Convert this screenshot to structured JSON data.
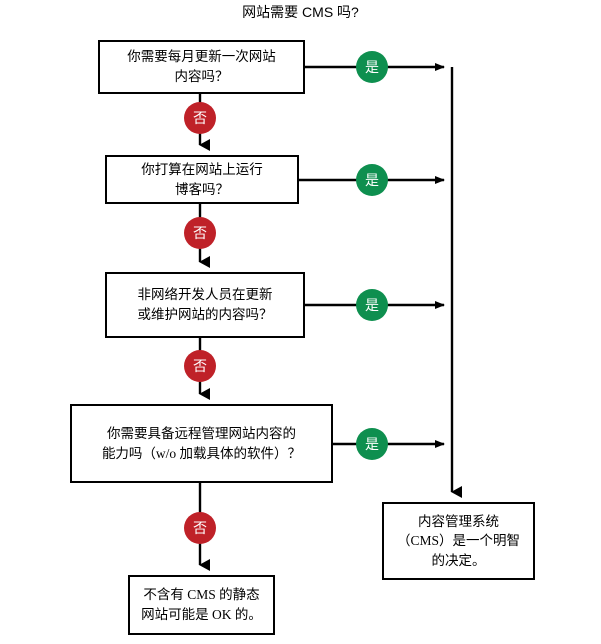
{
  "chart_data": {
    "type": "diagram",
    "diagram_kind": "decision-flowchart",
    "title": "网站需要 CMS 吗?",
    "nodes": [
      {
        "id": "q1",
        "kind": "decision",
        "text": "你需要每月更新一次网站\n内容吗？"
      },
      {
        "id": "q2",
        "kind": "decision",
        "text": "你打算在网站上运行\n博客吗？"
      },
      {
        "id": "q3",
        "kind": "decision",
        "text": "非网络开发人员在更新\n或维护网站的内容吗？"
      },
      {
        "id": "q4",
        "kind": "decision",
        "text": "你需要具备远程管理网站内容的\n能力吗（w/o 加载具体的软件）？"
      },
      {
        "id": "r_cms",
        "kind": "terminal",
        "text": "内容管理系统\n（CMS）是一个明智\n的决定。"
      },
      {
        "id": "r_static",
        "kind": "terminal",
        "text": "不含有 CMS 的静态\n网站可能是 OK 的。"
      }
    ],
    "edges": [
      {
        "from": "q1",
        "to": "r_cms",
        "label": "是"
      },
      {
        "from": "q1",
        "to": "q2",
        "label": "否"
      },
      {
        "from": "q2",
        "to": "r_cms",
        "label": "是"
      },
      {
        "from": "q2",
        "to": "q3",
        "label": "否"
      },
      {
        "from": "q3",
        "to": "r_cms",
        "label": "是"
      },
      {
        "from": "q3",
        "to": "q4",
        "label": "否"
      },
      {
        "from": "q4",
        "to": "r_cms",
        "label": "是"
      },
      {
        "from": "q4",
        "to": "r_static",
        "label": "否"
      }
    ],
    "labels": {
      "yes": "是",
      "no": "否"
    },
    "colors": {
      "yes_badge": "#0e8f4f",
      "no_badge": "#bf2128",
      "line": "#000000",
      "box_border": "#000000",
      "box_fill": "#ffffff",
      "background": "#ffffff",
      "text": "#000000"
    }
  },
  "title": "网站需要 CMS 吗?",
  "boxes": {
    "q1": "你需要每月更新一次网站\n内容吗？",
    "q2": "你打算在网站上运行\n博客吗？",
    "q3": "非网络开发人员在更新\n或维护网站的内容吗？",
    "q4": "你需要具备远程管理网站内容的\n能力吗（w/o 加载具体的软件）？",
    "result_cms": "内容管理系统\n（CMS）是一个明智\n的决定。",
    "result_static": "不含有 CMS 的静态\n网站可能是 OK 的。"
  },
  "badges": {
    "yes1": "是",
    "yes2": "是",
    "yes3": "是",
    "yes4": "是",
    "no1": "否",
    "no2": "否",
    "no3": "否",
    "no4": "否"
  }
}
